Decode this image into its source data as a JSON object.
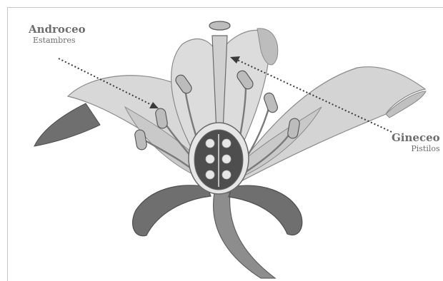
{
  "labels": {
    "androceo": {
      "title": "Androceo",
      "subtitle": "Estambres"
    },
    "gineceo": {
      "title": "Gineceo",
      "subtitle": "Pistilos"
    }
  },
  "colors": {
    "petal": "#d4d4d4",
    "petal_dark": "#b3b3b3",
    "outline": "#7a7a7a",
    "sepal": "#6f6f6f",
    "stem": "#8a8a8a",
    "ovary_bg": "#4e4e4e",
    "ovule": "#e8e8e8",
    "label": "#6e6e6e",
    "arrow": "#3a3a3a"
  }
}
